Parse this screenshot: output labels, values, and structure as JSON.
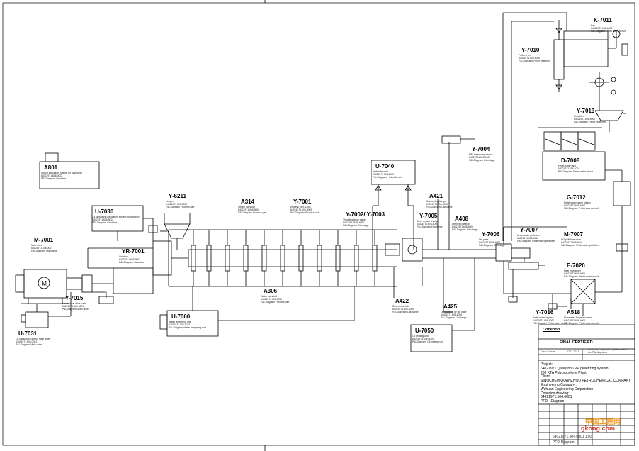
{
  "units": [
    {
      "id": "a801",
      "tag": "A801",
      "desc": [
        "Sound insulation outside for main gear",
        "64021971.606.0002",
        "P&I-Diagram: Gear box"
      ]
    },
    {
      "id": "u7030",
      "tag": "U-7030",
      "desc": [
        "Oil circulating lubrication system for gearbox",
        "64021971.606.3002",
        "P&I-Diagram: Gear box"
      ]
    },
    {
      "id": "m7001",
      "tag": "M-7001",
      "desc": [
        "Main drive",
        "64021971.606.0001",
        "P&I-Diagram: Main drive"
      ]
    },
    {
      "id": "yr7001",
      "tag": "YR-7001",
      "desc": [
        "Gearbox",
        "64021971.606.3002",
        "P&I-Diagram: Gear box"
      ]
    },
    {
      "id": "y7015",
      "tag": "Y-7015",
      "desc": [
        "Mechanical drive parts",
        "64021971.606.0001",
        "P&I-Diagram: Main drive"
      ]
    },
    {
      "id": "u7031",
      "tag": "U-7031",
      "desc": [
        "Oil lubrication unit for main drive",
        "64021971.606.0001",
        "P&I-Diagram: Main drive"
      ]
    },
    {
      "id": "u7060",
      "tag": "U-7060",
      "desc": [
        "Water tempering unit",
        "64021971.606.5010",
        "P&I-Diagram: Water tempering unit"
      ]
    },
    {
      "id": "y6211",
      "tag": "Y-6211",
      "desc": [
        "Hopper",
        "64021971.606.3000",
        "P&I-Diagram: Process part"
      ]
    },
    {
      "id": "a314",
      "tag": "A314",
      "desc": [
        "Steam manifold",
        "64021971.606.3000",
        "P&I-Diagram: Process part"
      ]
    },
    {
      "id": "y7001",
      "tag": "Y-7001",
      "desc": [
        "process part (ZSK)",
        "64021971.606.3000",
        "P&I-Diagram: Process part"
      ]
    },
    {
      "id": "a306",
      "tag": "A306",
      "desc": [
        "Water manifold",
        "64021971.606.3000",
        "P&I-Diagram: Process part"
      ]
    },
    {
      "id": "u7040",
      "tag": "U-7040",
      "desc": [
        "Hydraulic unit",
        "64021971.606.6000",
        "P&I-Diagram: Hydraulic unit"
      ]
    },
    {
      "id": "y70027003",
      "tag": "Y-7002/ Y-7003",
      "desc": [
        "Throttle startup valve",
        "64021971.606.4000",
        "P&I-Diagram: Discharge"
      ]
    },
    {
      "id": "y7005",
      "tag": "Y-7005",
      "desc": [
        "Screen pack changer",
        "64021971.606.4000",
        "P&I-Diagram: Discharge"
      ]
    },
    {
      "id": "a421",
      "tag": "A421",
      "desc": [
        "Connecting flange",
        "64021971.606.4000",
        "P&I-Diagram: Discharge"
      ]
    },
    {
      "id": "a408",
      "tag": "A408",
      "desc": [
        "Die head heating",
        "64021971.606.4000",
        "P&I-Diagram: Discharge"
      ]
    },
    {
      "id": "y7006",
      "tag": "Y-7006",
      "desc": [
        "Die plate",
        "64021971.606.4000",
        "P&I-Diagram: Discharge"
      ]
    },
    {
      "id": "y7004",
      "tag": "Y-7004",
      "desc": [
        "MFI measuring device",
        "64021971.606.4000",
        "P&I-Diagram: Discharge"
      ]
    },
    {
      "id": "a422",
      "tag": "A422",
      "desc": [
        "Steam manifold",
        "64021971.606.4000",
        "P&I-Diagram: Discharge"
      ]
    },
    {
      "id": "a425",
      "tag": "A425",
      "desc": [
        "Oil manifold for die plate",
        "64021971.606.4000",
        "P&I-Diagram: Discharge"
      ]
    },
    {
      "id": "u7050",
      "tag": "U-7050",
      "desc": [
        "Oil heating unit",
        "64021971.606.6020",
        "P&I-Diagram: Oil heating unit"
      ]
    },
    {
      "id": "y7007",
      "tag": "Y-7007",
      "desc": [
        "Underwater pelletizer",
        "64021971.606.4010",
        "P&I-Diagram: Underwater pelletizer"
      ]
    },
    {
      "id": "m7007",
      "tag": "M-7007",
      "desc": [
        "UG pelletizer drive",
        "64021971.606.4010",
        "P&I-Diagram: Underwater pelletizer"
      ]
    },
    {
      "id": "k7011",
      "tag": "K-7011",
      "desc": [
        "Fan",
        "64021971.606.4000",
        "P&I-Diagram: Pellet water circuit"
      ]
    },
    {
      "id": "y7010",
      "tag": "Y-7010",
      "desc": [
        "Pellet dryer",
        "64021971.606.4000",
        "P&I-Diagram: Pellet treatment"
      ]
    },
    {
      "id": "y7013",
      "tag": "Y-7013",
      "desc": [
        "Classifier",
        "64021971.606.4000",
        "P&I-Diagram: Pellet treatment"
      ]
    },
    {
      "id": "d7008",
      "tag": "D-7008",
      "desc": [
        "Pellet water tank",
        "64021971.606.4000",
        "P&I-Diagram: Pellet water circuit"
      ]
    },
    {
      "id": "g7012",
      "tag": "G-7012",
      "desc": [
        "Pellet water pump station",
        "64021971.606.4000",
        "P&I-Diagram: Pellet water circuit"
      ]
    },
    {
      "id": "e7020",
      "tag": "E-7020",
      "desc": [
        "Heat exchanger",
        "64021971.606.4000",
        "P&I-Diagram: Pellet water circuit"
      ]
    },
    {
      "id": "y7016",
      "tag": "Y-7016",
      "desc": [
        "Pellet water bypass",
        "64021971.606.4000",
        "P&I-Diagram: Pellet water circuit"
      ]
    },
    {
      "id": "a518",
      "tag": "A518",
      "desc": [
        "Flowmeter for pellet water",
        "64021971.606.4000",
        "P&I-Diagram: Pellet water circuit"
      ]
    }
  ],
  "title_block": {
    "brand": "Coperion",
    "status": "FINAL CERTIFIED",
    "date_label": "Date of Issue",
    "date_value": "27.11.2017",
    "note": "Note: the scope limits please refer to the P&I diagrams",
    "lines": [
      "Project:",
      "64021971 Quanzhou PP pelletizing system",
      "200 KTA Polypropylene Plant",
      "Client:",
      "SINOCHEM QUANZHOU PETROCHEMICAL COMPANY",
      "Engineering Company:",
      "Wuhuan Engineering Corporation",
      "Coperion drawing:",
      "64021971.504.0001",
      "PFD - Diagram"
    ],
    "drawing_number": "64021971.504.0001 1.03",
    "drawing_title": "PFD-Diagram"
  },
  "watermark": {
    "site": "gkong.com",
    "name": "中国工控网"
  },
  "colors": {
    "line": "#000000",
    "watermark_red": "#d23c2a",
    "watermark_orange": "#f29a1f"
  }
}
